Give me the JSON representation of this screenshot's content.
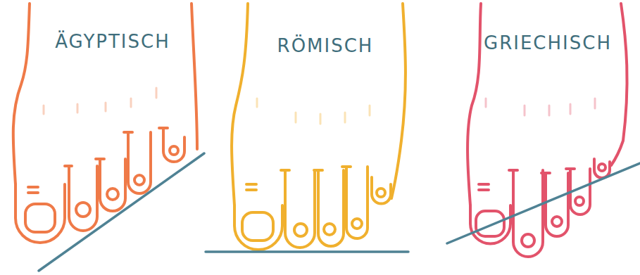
{
  "diagram": {
    "labels": [
      "ÄGYPTISCH",
      "RÖMISCH",
      "GRIECHISCH"
    ]
  }
}
